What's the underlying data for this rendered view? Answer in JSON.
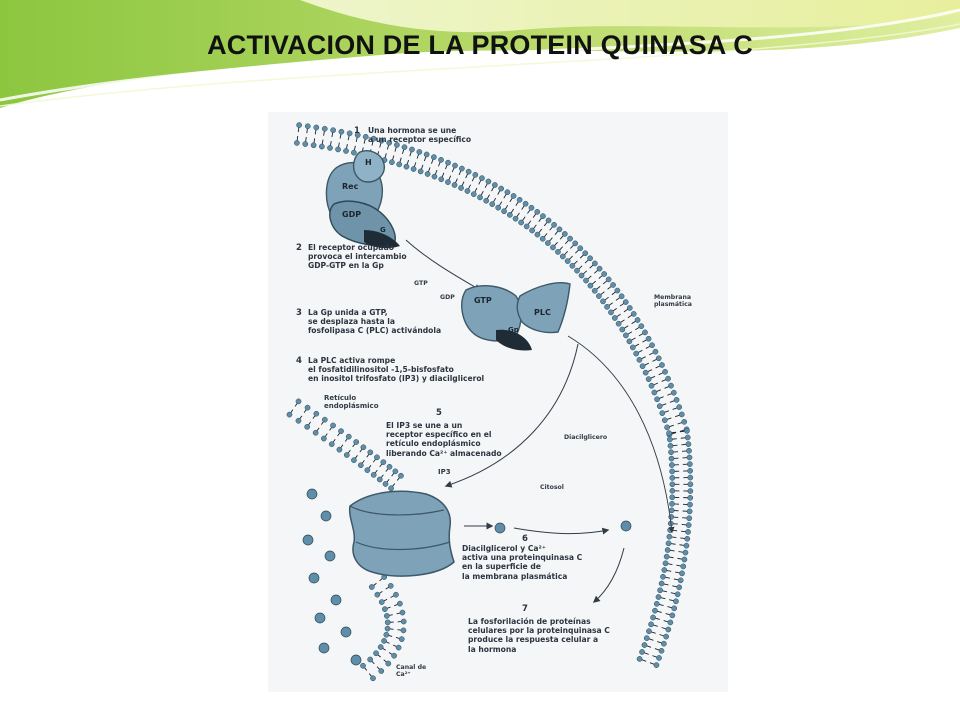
{
  "slide": {
    "title": "ACTIVACION DE LA PROTEIN QUINASA C",
    "colors": {
      "accent_green": "#8cc63f",
      "accent_yellow": "#e8ef9c",
      "protein": "#7ea2b8",
      "protein_dark": "#3d5868",
      "bead": "#5f8ea8"
    }
  },
  "diagram": {
    "steps": [
      {
        "number": "1",
        "text": "Una hormona se une\na un receptor específico"
      },
      {
        "number": "2",
        "text": "El receptor ocupado\nprovoca el intercambio\nGDP-GTP en la Gp"
      },
      {
        "number": "3",
        "text": "La Gp unida a GTP,\nse desplaza hasta la\nfosfolipasa C (PLC) activándola"
      },
      {
        "number": "4",
        "text": "La PLC activa rompe\nel fosfatidilinositol -1,5-bisfosfato\nen inositol trifosfato (IP3) y diacilglicerol"
      },
      {
        "number": "5",
        "text": "El IP3 se une a un\nreceptor específico en el\nretículo endoplásmico\nliberando Ca²⁺ almacenado"
      },
      {
        "number": "6",
        "text": "Diacilglicerol y Ca²⁺\nactiva una proteinquinasa C\nen la superficie de\nla membrana plasmática"
      },
      {
        "number": "7",
        "text": "La fosforilación de proteínas\ncelulares por la proteinquinasa C\nproduce la respuesta celular a\nla hormona"
      }
    ],
    "labels": {
      "membrane": "Membrana\nplasmática",
      "reticulum": "Retículo\nendoplásmico",
      "diacylglycerol": "Diacilglicero",
      "cytosol": "Citosol",
      "ip3": "IP3",
      "gtp_free": "GTP",
      "gdp_free": "GDP",
      "ca_channel": "Canal de\nCa²⁺"
    },
    "proteins": {
      "hormone": "H",
      "receptor": "Rec",
      "gdp": "GDP",
      "g": "G",
      "gtp": "GTP",
      "plc": "PLC",
      "gp": "Gp"
    }
  }
}
